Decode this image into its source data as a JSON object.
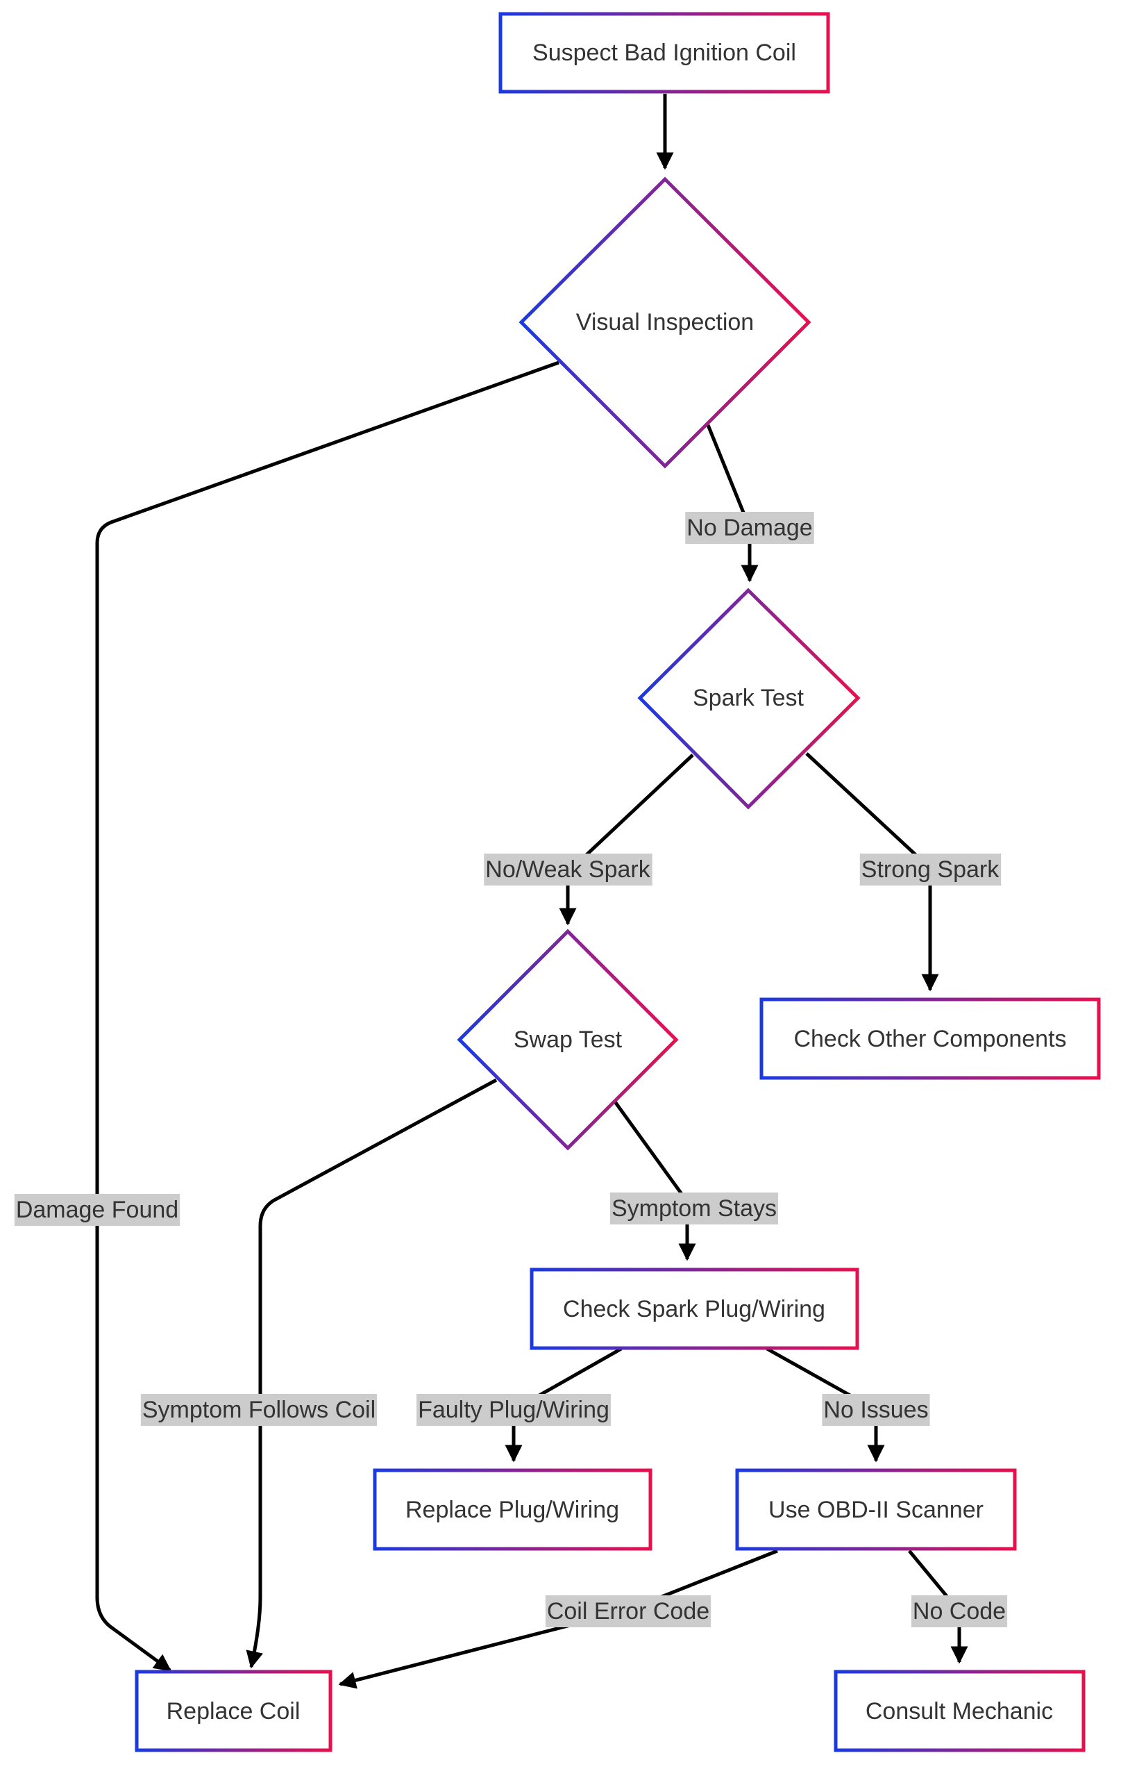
{
  "colors": {
    "gradient_start": "#1a3ae0",
    "gradient_end": "#e8104e",
    "edge": "#000000",
    "label_background": "#cccccc",
    "text": "#333333"
  },
  "nodes": {
    "suspect": {
      "label": "Suspect Bad Ignition Coil",
      "shape": "rectangle"
    },
    "visual": {
      "label": "Visual Inspection",
      "shape": "diamond"
    },
    "spark": {
      "label": "Spark Test",
      "shape": "diamond"
    },
    "swap": {
      "label": "Swap Test",
      "shape": "diamond"
    },
    "other": {
      "label": "Check Other Components",
      "shape": "rectangle"
    },
    "plugcheck": {
      "label": "Check Spark Plug/Wiring",
      "shape": "rectangle"
    },
    "replaceplug": {
      "label": "Replace Plug/Wiring",
      "shape": "rectangle"
    },
    "obd": {
      "label": "Use OBD-II Scanner",
      "shape": "rectangle"
    },
    "replacecoil": {
      "label": "Replace Coil",
      "shape": "rectangle"
    },
    "mechanic": {
      "label": "Consult Mechanic",
      "shape": "rectangle"
    }
  },
  "edges": {
    "suspect_visual": {
      "from": "Suspect Bad Ignition Coil",
      "to": "Visual Inspection",
      "label": ""
    },
    "visual_spark": {
      "from": "Visual Inspection",
      "to": "Spark Test",
      "label": "No Damage"
    },
    "visual_coil": {
      "from": "Visual Inspection",
      "to": "Replace Coil",
      "label": "Damage Found"
    },
    "spark_swap": {
      "from": "Spark Test",
      "to": "Swap Test",
      "label": "No/Weak Spark"
    },
    "spark_other": {
      "from": "Spark Test",
      "to": "Check Other Components",
      "label": "Strong Spark"
    },
    "swap_plug": {
      "from": "Swap Test",
      "to": "Check Spark Plug/Wiring",
      "label": "Symptom Stays"
    },
    "swap_coil": {
      "from": "Swap Test",
      "to": "Replace Coil",
      "label": "Symptom Follows Coil"
    },
    "plug_replace": {
      "from": "Check Spark Plug/Wiring",
      "to": "Replace Plug/Wiring",
      "label": "Faulty Plug/Wiring"
    },
    "plug_obd": {
      "from": "Check Spark Plug/Wiring",
      "to": "Use OBD-II Scanner",
      "label": "No Issues"
    },
    "obd_coil": {
      "from": "Use OBD-II Scanner",
      "to": "Replace Coil",
      "label": "Coil Error Code"
    },
    "obd_mechanic": {
      "from": "Use OBD-II Scanner",
      "to": "Consult Mechanic",
      "label": "No Code"
    }
  }
}
